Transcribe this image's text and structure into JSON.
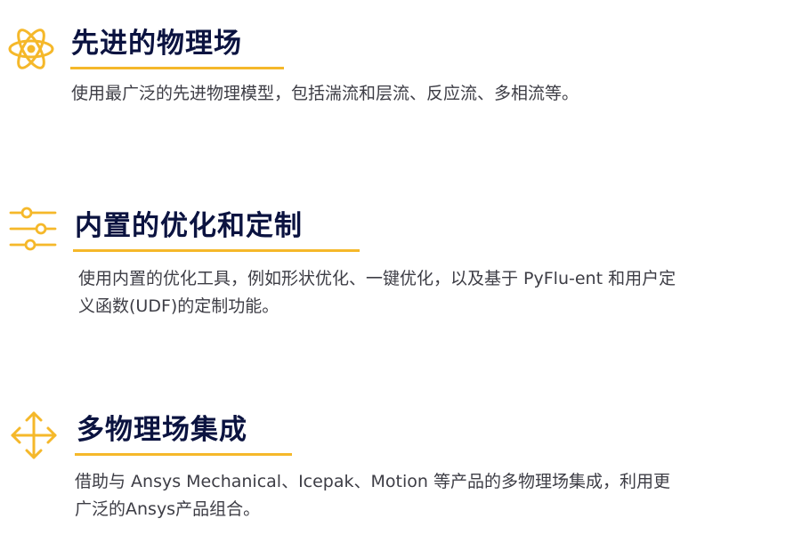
{
  "colors": {
    "accent": "#f5b82a",
    "title": "#0b1340",
    "body_text": "#3d3d45"
  },
  "features": [
    {
      "icon": "atom-icon",
      "title": "先进的物理场",
      "description": "使用最广泛的先进物理模型，包括湍流和层流、反应流、多相流等。"
    },
    {
      "icon": "sliders-icon",
      "title": "内置的优化和定制",
      "description": "使用内置的优化工具，例如形状优化、一键优化，以及基于 PyFlu-ent 和用户定义函数(UDF)的定制功能。"
    },
    {
      "icon": "move-arrows-icon",
      "title": "多物理场集成",
      "description": "借助与 Ansys Mechanical、Icepak、Motion 等产品的多物理场集成，利用更广泛的Ansys产品组合。"
    }
  ]
}
